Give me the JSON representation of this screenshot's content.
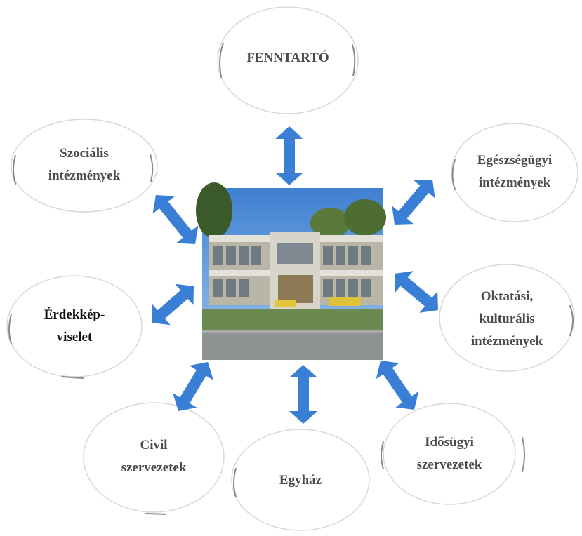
{
  "diagram": {
    "center": {
      "description_icon": "building-photo"
    },
    "nodes": {
      "fenntarto": {
        "lines": [
          "FENNTARTÓ"
        ]
      },
      "szocialis": {
        "lines": [
          "Szociális",
          "intézmények"
        ]
      },
      "egeszsegugyi": {
        "lines": [
          "Egészségügyi",
          "intézmények"
        ]
      },
      "erdekkep": {
        "lines": [
          "Érdekkép-",
          "viselet"
        ]
      },
      "oktatasi": {
        "lines": [
          "Oktatási,",
          "kulturális",
          "intézmények"
        ]
      },
      "civil": {
        "lines": [
          "Civil",
          "szervezetek"
        ]
      },
      "egyhaz": {
        "lines": [
          "Egyház"
        ]
      },
      "idosugyi": {
        "lines": [
          "Idősügyi",
          "szervezetek"
        ]
      }
    },
    "colors": {
      "arrow": "#3a7fd6",
      "label": "#4a4a4a",
      "ellipse_border": "#d8d8d8"
    }
  }
}
